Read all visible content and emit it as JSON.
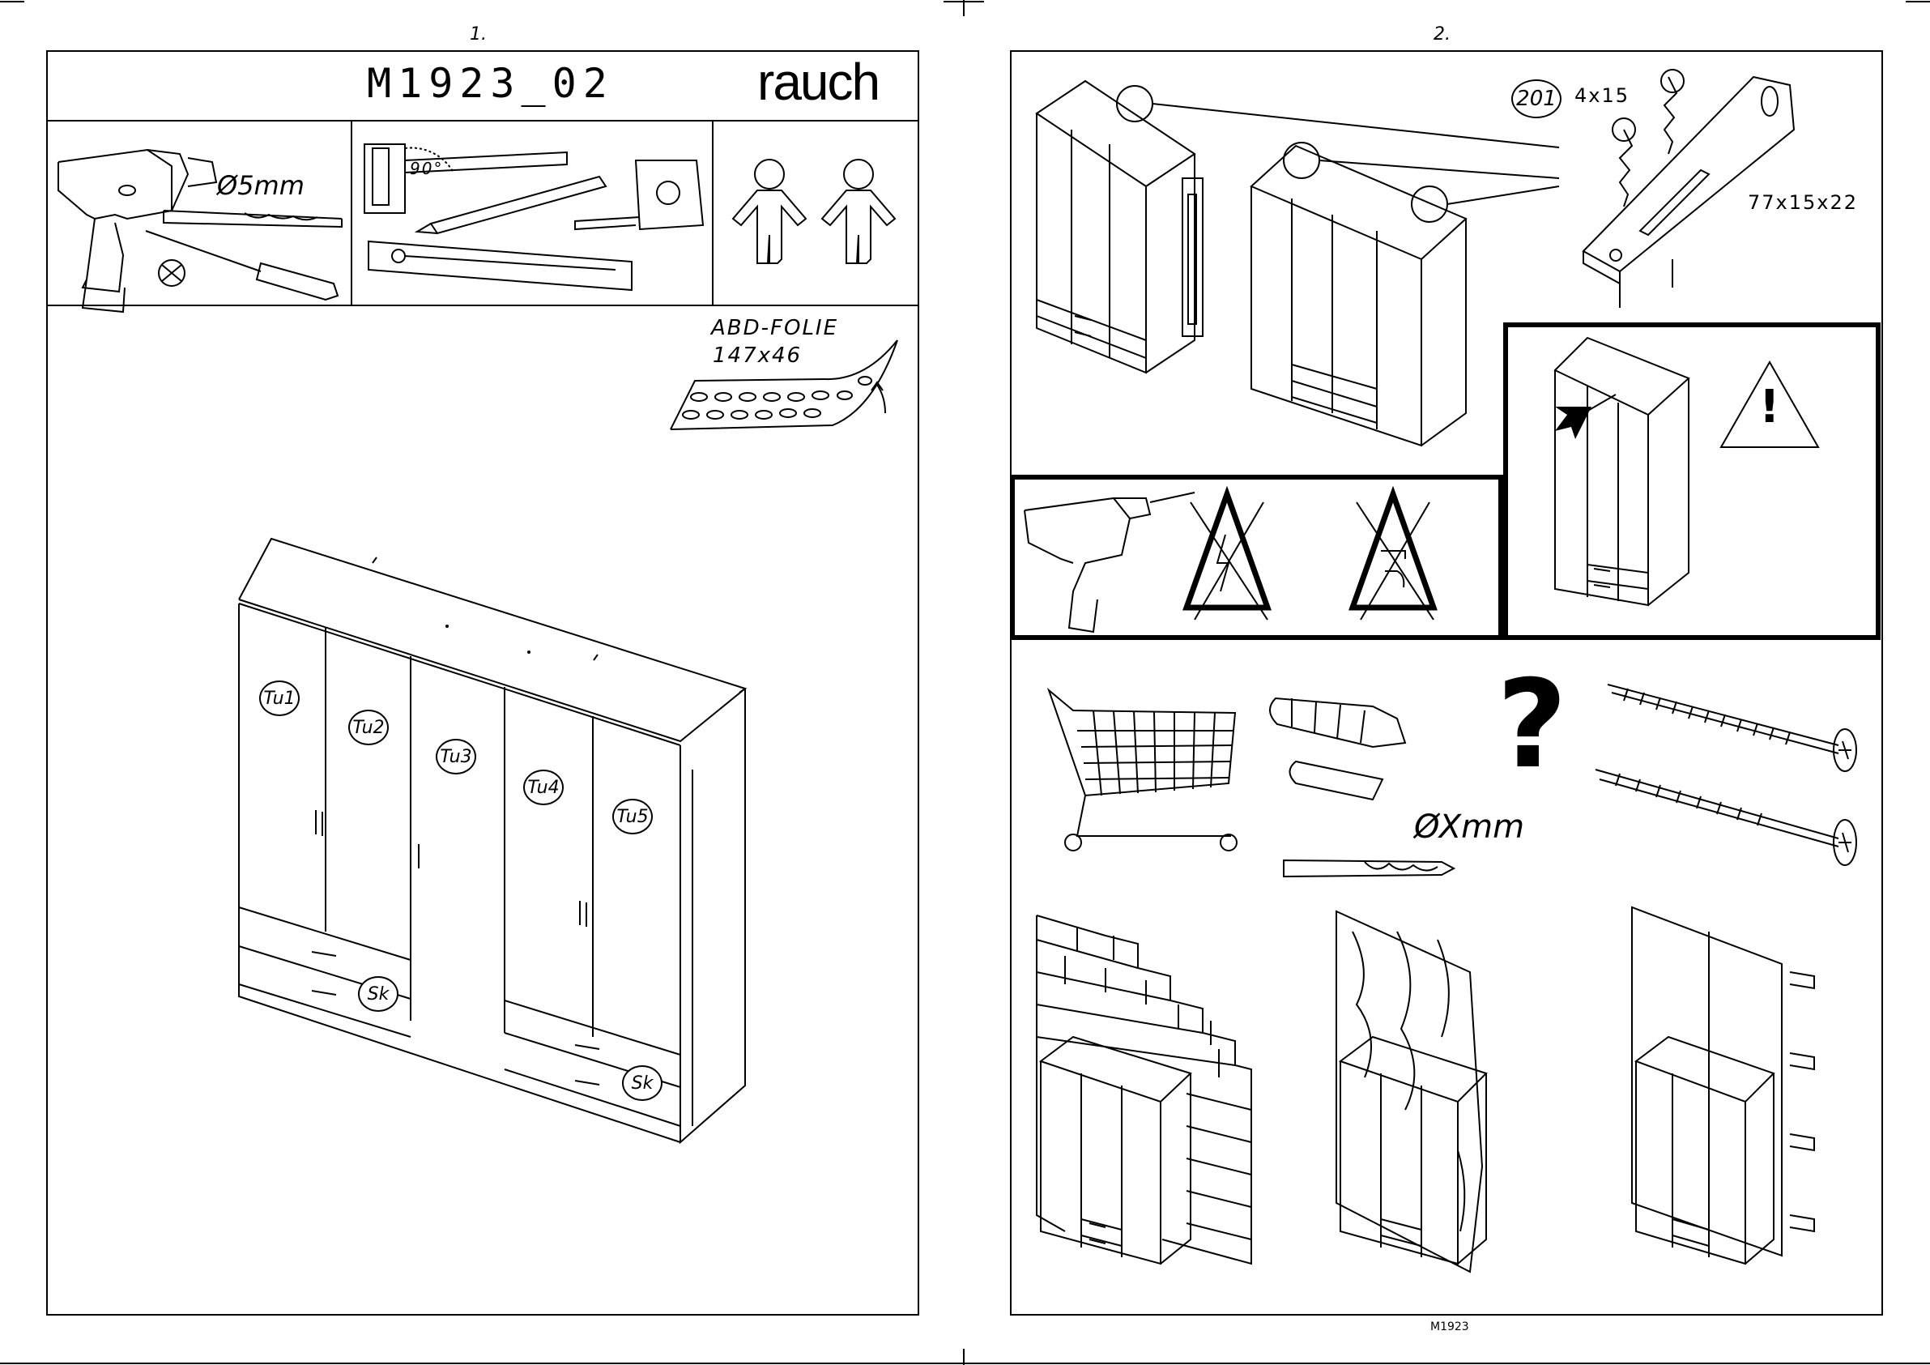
{
  "page_left": {
    "page_number": "1.",
    "model_code": "M1923_02",
    "brand": "rauch",
    "tools": {
      "drill_bit_label": "Ø5mm",
      "angle_label": "90°"
    },
    "foil": {
      "name": "ABD-FOLIE",
      "size": "147x46"
    },
    "wardrobe_labels": {
      "doors": [
        "Tu1",
        "Tu2",
        "Tu3",
        "Tu4",
        "Tu5"
      ],
      "drawers": [
        "Sk",
        "Sk"
      ]
    }
  },
  "page_right": {
    "page_number": "2.",
    "part_number": "201",
    "screw_size": "4x15",
    "bracket_size": "77x15x22",
    "drill_label": "ØXmm",
    "question_mark": "?",
    "warning_mark": "!",
    "footer_code": "M1923"
  }
}
